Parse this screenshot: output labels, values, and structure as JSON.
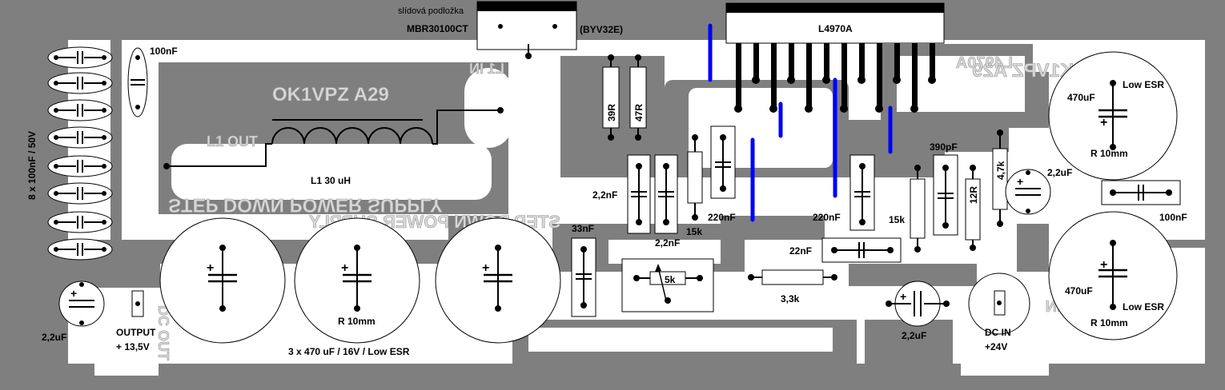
{
  "colors": {
    "board": "#7f7f7f",
    "copper": "#ffffff",
    "wire": "#000000",
    "jumper": "#0000ff",
    "ghost": "#d8d8d8"
  },
  "labels": {
    "mica_pad": "slídová podložka",
    "diode": "MBR30100CT",
    "diode_alt": "(BYV32E)",
    "ic": "L4970A",
    "c_top_100n": "100nF",
    "side_caps": "8 x 100nF / 50V",
    "inductor": "L1  30 uH",
    "r39": "39R",
    "r47": "47R",
    "c22a": "2,2nF",
    "c22b": "2,2nF",
    "r15a": "15k",
    "c220a": "220nF",
    "c220b": "220nF",
    "r15b": "15k",
    "c390": "390pF",
    "r12": "12R",
    "r47k": "4,7k",
    "c22uf_right": "2,2uF",
    "c470_top": "470uF",
    "low_esr_top": "Low ESR",
    "r10_top": "R 10mm",
    "c100_right": "100nF",
    "c22nf_mid": "22nF",
    "c33": "33nF",
    "pot": "5k",
    "r33": "3,3k",
    "c22uf_bottom": "2,2uF",
    "dc_in": "DC IN",
    "dc_in_v": "+24V",
    "c470_bottom": "470uF",
    "low_esr_bottom": "Low ESR",
    "r10_bottom": "R 10mm",
    "c22uf_left": "2,2uF",
    "output": "OUTPUT",
    "output_v": "+ 13,5V",
    "r10_mid": "R 10mm",
    "out_caps": "3 x 470 uF / 16V / Low ESR"
  },
  "ghost_text": {
    "brand1": "OK1VPZ   A29",
    "brand2": "OK1VPZ   A29",
    "l1_in": "L1 IN",
    "l1_out": "L1 OUT",
    "ic_mirror": "L4970A",
    "title1": "STEP DOWN POWER SUPPLY",
    "title2": "STEP DOWN POWER SUPPLY",
    "dc_out": "DC OUT",
    "dc_in": "DC IN"
  }
}
